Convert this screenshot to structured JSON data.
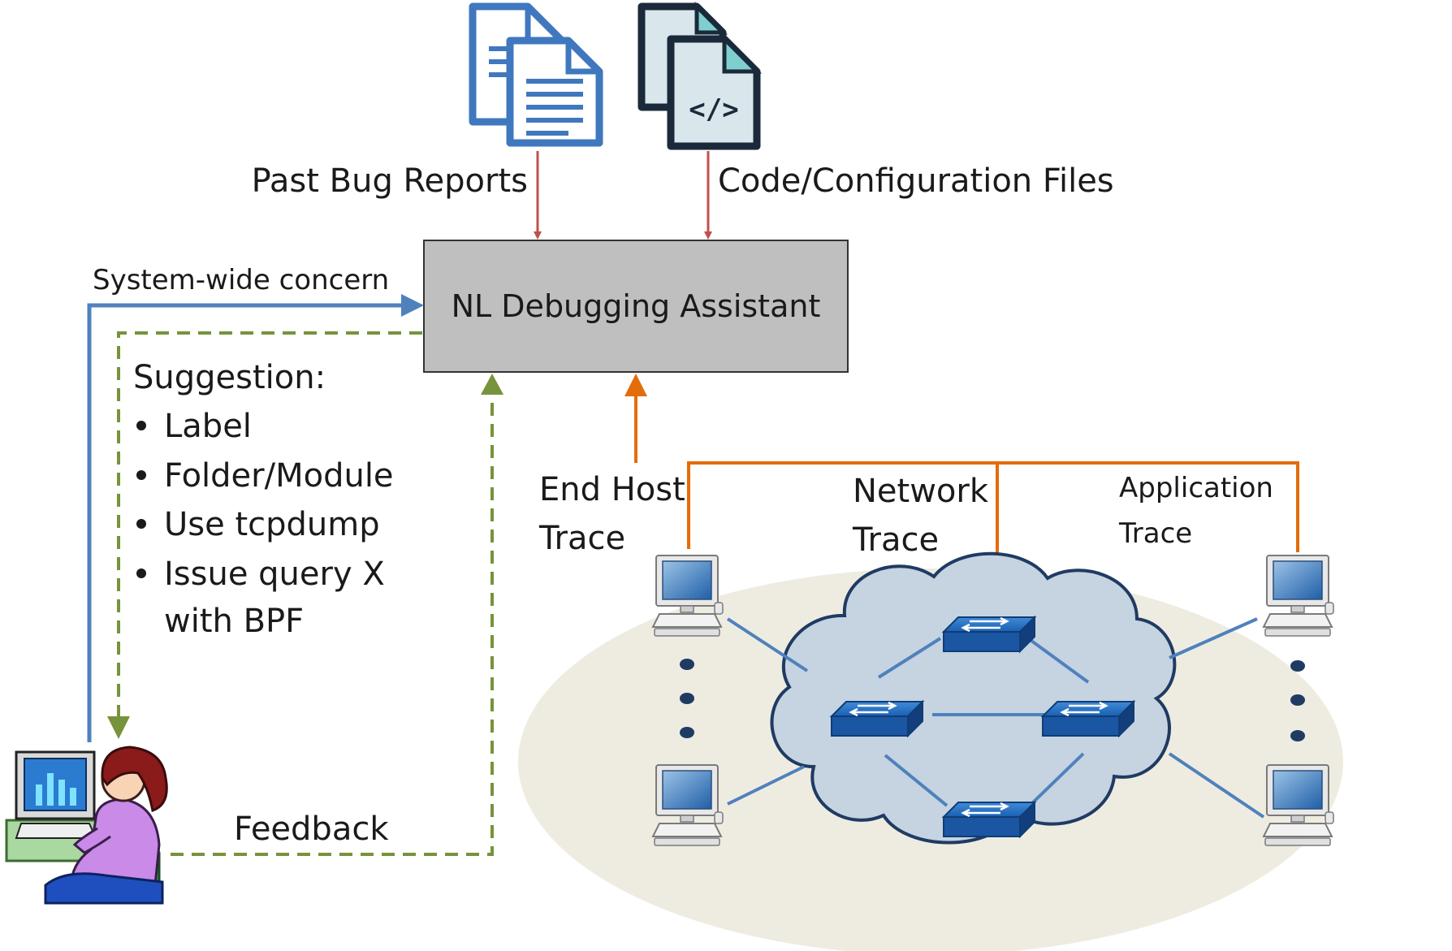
{
  "inputs": {
    "bug_reports_label": "Past Bug Reports",
    "config_files_label": "Code/Configuration Files"
  },
  "assistant": {
    "label": "NL Debugging Assistant"
  },
  "user_flow": {
    "concern_label": "System-wide concern",
    "feedback_label": "Feedback"
  },
  "suggestion": {
    "title": "Suggestion:",
    "items": [
      "Label",
      "Folder/Module",
      "Use tcpdump",
      "Issue query X"
    ],
    "item4_cont": "with BPF"
  },
  "traces": {
    "end_host_line1": "End Host",
    "end_host_line2": "Trace",
    "network_line1": "Network",
    "network_line2": "Trace",
    "application_line1": "Application",
    "application_line2": "Trace"
  },
  "code_icon_glyph": "</>",
  "colors": {
    "input_arrow": "#c0504d",
    "concern_arrow": "#4f81bd",
    "feedback_dashed": "#77933c",
    "trace_line": "#e46c0a",
    "assistant_fill": "#bfbfbf",
    "ellipse_fill": "#eeece1",
    "cloud_fill": "#c6d3e0",
    "cloud_stroke": "#1f3b63",
    "link_line": "#4f81bd"
  },
  "icons": [
    "document-stack-icon",
    "code-file-stack-icon",
    "developer-person-icon",
    "computer-icon",
    "network-switch-icon",
    "network-cloud-icon"
  ]
}
